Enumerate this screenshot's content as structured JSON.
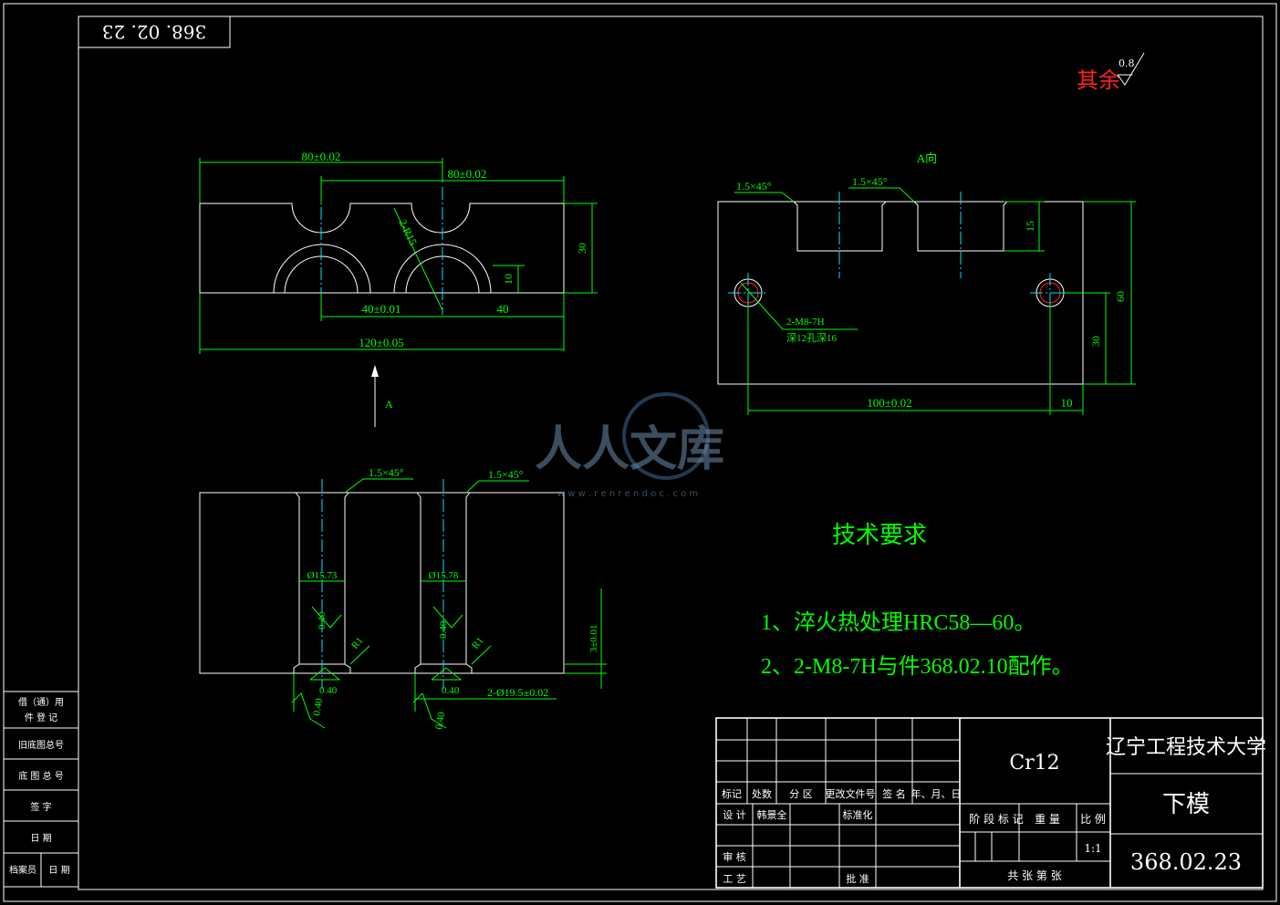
{
  "drawing_number_stamp": "368. 02. 23",
  "roughness_note": {
    "label": "其余",
    "value": "0.8"
  },
  "view_a_title": "A向",
  "view_arrow_label": "A",
  "front_view": {
    "dim_top_left": "80±0.02",
    "dim_top_right": "80±0.02",
    "dim_radius": "2-R15",
    "dim_height": "30",
    "dim_depth": "10",
    "dim_bottom_mid": "40±0.01",
    "dim_bottom_right": "40",
    "dim_overall": "120±0.05"
  },
  "side_view": {
    "chamfer_left": "1.5×45°",
    "chamfer_right": "1.5×45°",
    "dim_slot_depth": "15",
    "dim_height": "60",
    "dim_half": "30",
    "hole_note_line1": "2-M8-7H",
    "hole_note_line2": "深12孔深16",
    "dim_hole_spacing": "100±0.02",
    "dim_edge": "10"
  },
  "section_view": {
    "chamfer_left": "1.5×45°",
    "chamfer_right": "1.5×45°",
    "dia_left": "Ø15.73",
    "dia_right": "Ø15.78",
    "rough_left": "0.40",
    "rough_right": "0.40",
    "radius_left": "R1",
    "radius_right": "R1",
    "rough_bottom_left": "0.40",
    "rough_bottom_right": "0.40",
    "rough_side_left": "0.40",
    "rough_side_right": "0.40",
    "dim_step": "3±0.01",
    "dim_counterbore": "2-Ø19.5±0.02"
  },
  "tech_requirements": {
    "title": "技术要求",
    "items": [
      "1、淬火热处理HRC58—60。",
      "2、2-M8-7H与件368.02.10配作。"
    ]
  },
  "watermark": {
    "brand": "人人文库",
    "url": "w w w . r e n r e n d o c . c o m"
  },
  "left_strip": [
    "借（通）用",
    "件 登 记",
    "旧底图总号",
    "底 图 总 号",
    "签  字",
    "日  期",
    "档案员",
    "日  期"
  ],
  "title_block": {
    "material": "Cr12",
    "school": "辽宁工程技术大学",
    "part_name": "下模",
    "drawing_no": "368.02.23",
    "scale": "1:1",
    "headers": [
      "标记",
      "处数",
      "分 区",
      "更改文件号",
      "签 名",
      "年、月、日"
    ],
    "design_label": "设  计",
    "designer": "韩景全",
    "standardize_label": "标准化",
    "stage_label": "阶 段 标 记",
    "weight_label": "重 量",
    "scale_label": "比 例",
    "review_label": "审 核",
    "process_label": "工 艺",
    "approve_label": "批 准",
    "sheets_label": "共    张  第    张"
  }
}
